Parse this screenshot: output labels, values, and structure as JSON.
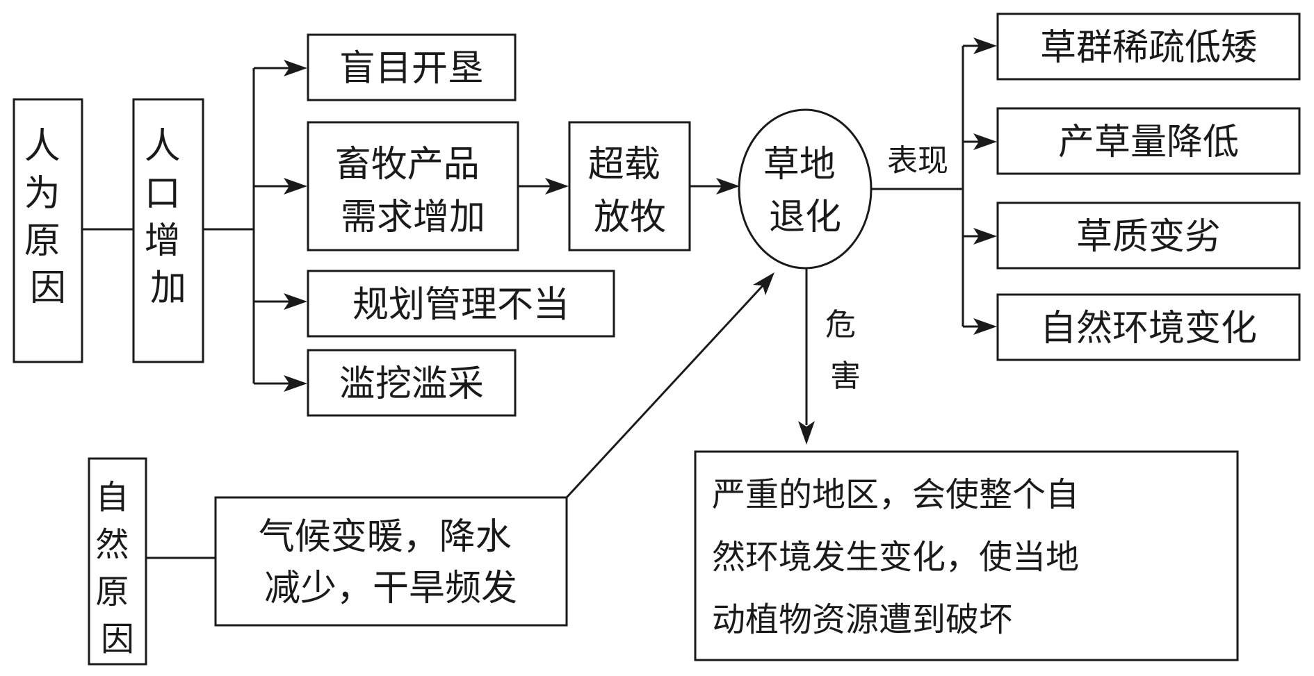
{
  "human_factors": {
    "title": "人为原因",
    "population": "人口增加",
    "causes": {
      "reclaim": "盲目开垦",
      "demand": [
        "畜牧产品",
        "需求增加"
      ],
      "planning": "规划管理不当",
      "dig": "滥挖滥采"
    },
    "overgrazing": [
      "超载",
      "放牧"
    ]
  },
  "natural_factors": {
    "title": "自然原因",
    "detail": [
      "气候变暖，降水",
      "减少，干旱频发"
    ]
  },
  "center": [
    "草地",
    "退化"
  ],
  "manifestation": {
    "label": "表现",
    "items": [
      "草群稀疏低矮",
      "产草量降低",
      "草质变劣",
      "自然环境变化"
    ]
  },
  "harm": {
    "label": [
      "危",
      "害"
    ],
    "detail": [
      "严重的地区，会使整个自",
      "然环境发生变化，使当地",
      "动植物资源遭到破坏"
    ]
  }
}
